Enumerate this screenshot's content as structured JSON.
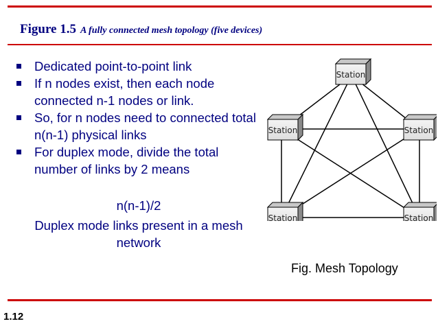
{
  "title": {
    "figure_label": "Figure 1.5",
    "caption": "A fully connected mesh topology (five devices)"
  },
  "bullets": [
    "Dedicated point-to-point link",
    "If n nodes exist, then each node connected n-1 nodes or link.",
    "So, for n nodes need to  connected total n(n-1) physical links",
    "For duplex mode, divide the total number of links by 2 means"
  ],
  "formula": "n(n-1)/2",
  "note": "Duplex mode links present in a mesh network",
  "diagram": {
    "station_labels": [
      "Station",
      "Station",
      "Station",
      "Station",
      "Station"
    ],
    "caption": "Fig. Mesh Topology"
  },
  "page_number": "1.12",
  "colors": {
    "accent_rule": "#cc0000",
    "text_navy": "#000080"
  }
}
